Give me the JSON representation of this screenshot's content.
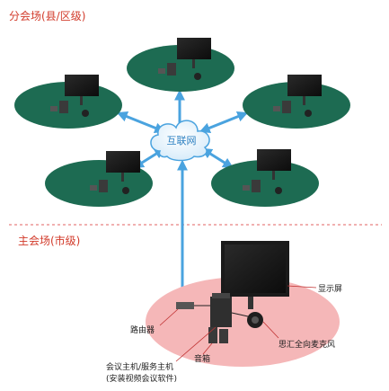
{
  "branch_section": {
    "title": "分会场(县/区级)"
  },
  "main_section": {
    "title": "主会场(市级)"
  },
  "cloud": {
    "label": "互联网",
    "icon": "cloud-icon"
  },
  "labels": {
    "display": "显示屏",
    "microphone": "思汇全向麦克风",
    "router": "路由器",
    "speaker": "音箱",
    "host_line1": "会议主机/服务主机",
    "host_line2": "(安装视频会议软件)"
  },
  "colors": {
    "branch_ellipse": "#1d6b52",
    "main_ellipse": "#f5b7b8",
    "arrow": "#4aa3df",
    "section_title": "#d23a2a",
    "divider": "#e06060"
  }
}
